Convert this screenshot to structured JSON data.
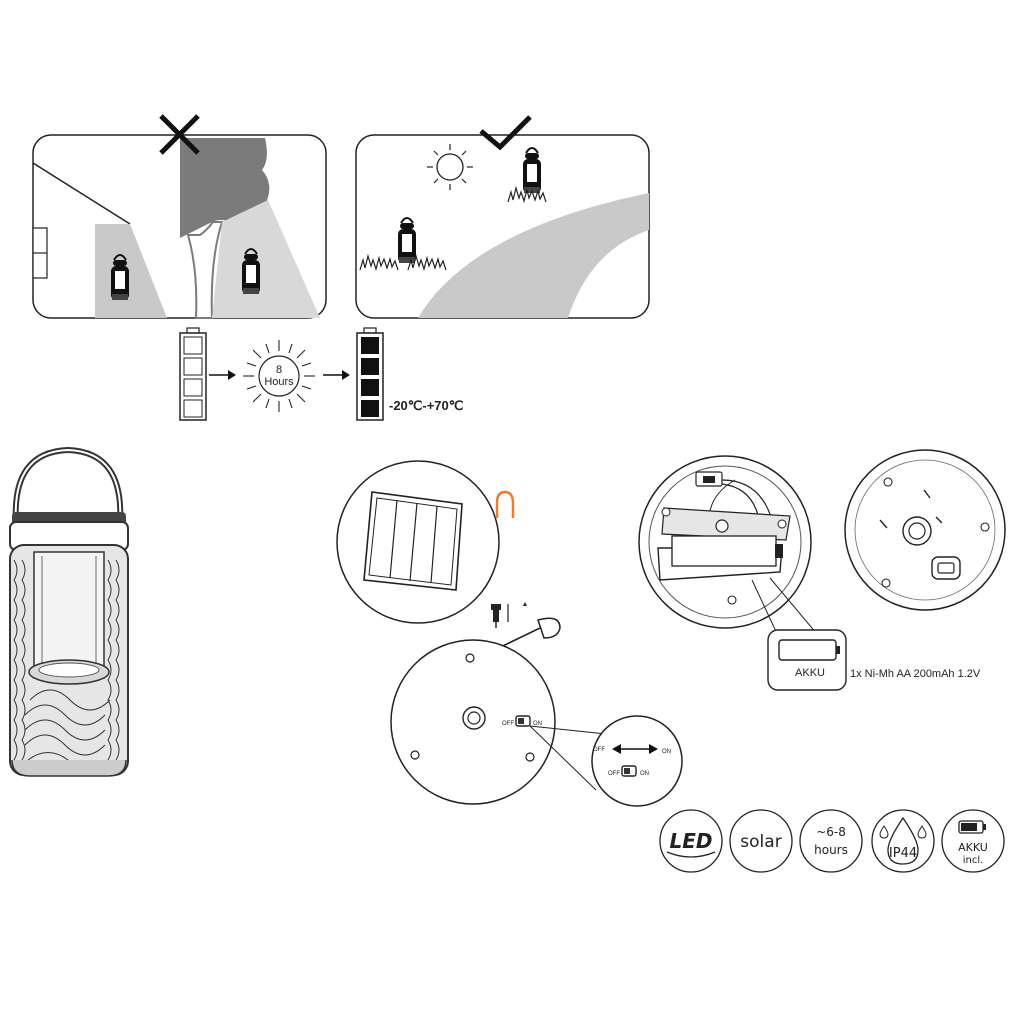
{
  "charging": {
    "hours_number": "8",
    "hours_word": "Hours",
    "temperature_range": "-20℃-+70℃"
  },
  "switch": {
    "off_label": "OFF",
    "on_label": "ON"
  },
  "battery": {
    "label": "AKKU",
    "spec": "1x Ni-Mh AA 200mAh 1.2V"
  },
  "badges": {
    "led": "LED",
    "solar": "solar",
    "hours_range": "~6-8",
    "hours_word": "hours",
    "ip_rating": "IP44",
    "akku": "AKKU",
    "akku_incl": "incl."
  },
  "colors": {
    "accent_orange": "#f07a2a",
    "shade_dark": "#7a7a7a",
    "shade_light": "#c8c8c8",
    "line": "#222222"
  }
}
